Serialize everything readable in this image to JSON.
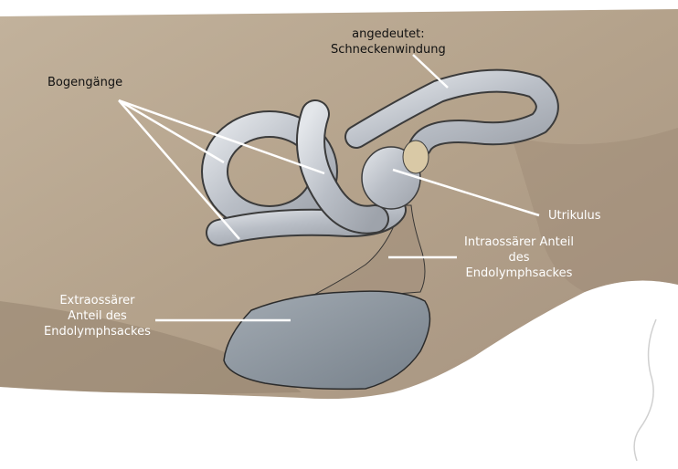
{
  "labels": {
    "cochlea_hint": {
      "line1": "angedeutet:",
      "line2": "Schneckenwindung"
    },
    "semicircular_canals": "Bogengänge",
    "utricle": "Utrikulus",
    "intraosseous": {
      "line1": "Intraossärer Anteil",
      "line2": "des",
      "line3": "Endolymphsackes"
    },
    "extraosseous": {
      "line1": "Extraossärer",
      "line2": "Anteil des",
      "line3": "Endolymphsackes"
    }
  },
  "colors": {
    "bone": "#b6a48e",
    "bone_dark": "#8d7a66",
    "canal_fill": "#c7c9cf",
    "sac_fill": "#8b949d",
    "leader_line": "#ffffff",
    "background": "#ffffff"
  }
}
